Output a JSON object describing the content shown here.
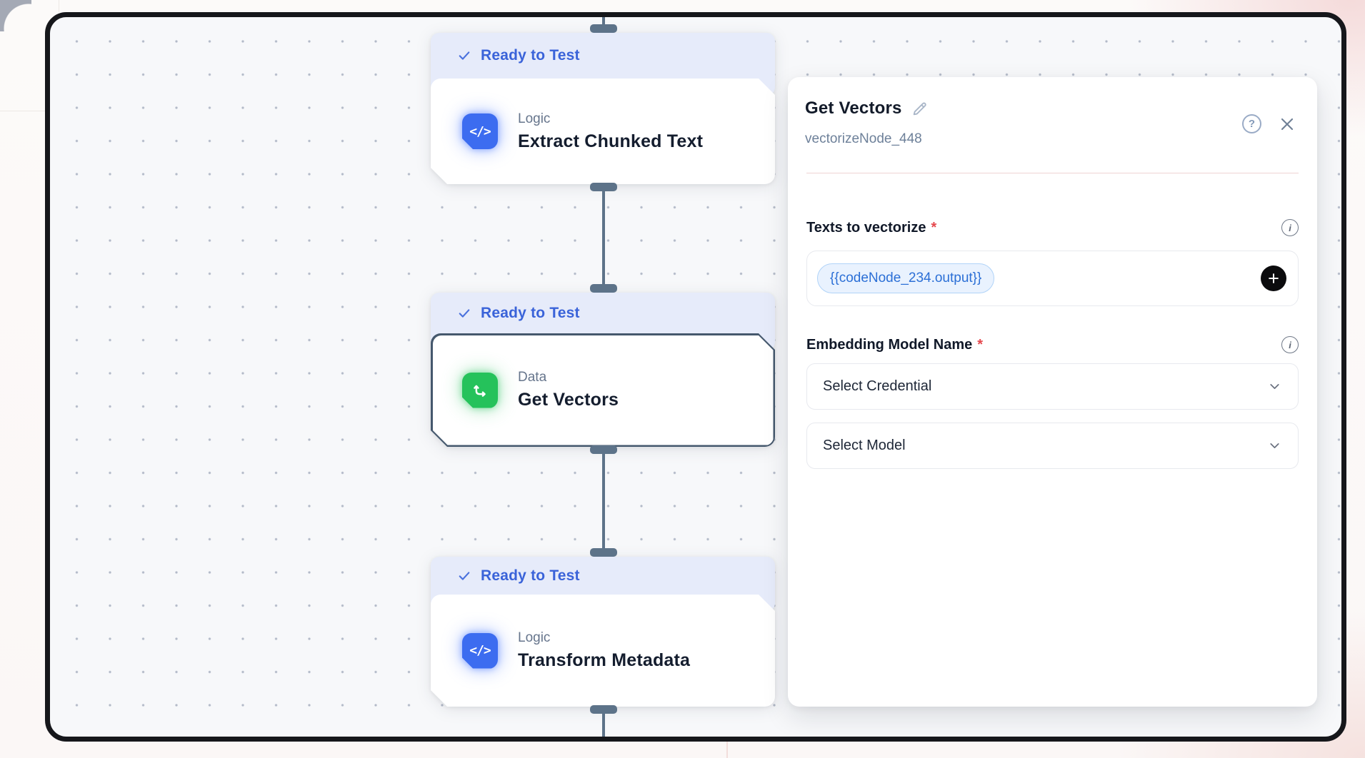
{
  "canvas": {
    "nodes": [
      {
        "status": "Ready to Test",
        "category": "Logic",
        "title": "Extract Chunked Text",
        "icon": "code-icon",
        "color": "#3c6cf0"
      },
      {
        "status": "Ready to Test",
        "category": "Data",
        "title": "Get Vectors",
        "icon": "axes-icon",
        "color": "#25c25b"
      },
      {
        "status": "Ready to Test",
        "category": "Logic",
        "title": "Transform Metadata",
        "icon": "code-icon",
        "color": "#3c6cf0"
      }
    ]
  },
  "panel": {
    "title": "Get Vectors",
    "node_id": "vectorizeNode_448",
    "required_mark": "*",
    "fields": {
      "texts_to_vectorize": {
        "label": "Texts to vectorize",
        "chips": [
          "{{codeNode_234.output}}"
        ]
      },
      "embedding_model_name": {
        "label": "Embedding Model Name",
        "credential_placeholder": "Select Credential",
        "model_placeholder": "Select Model"
      }
    }
  },
  "icons": {
    "code_glyph": "</>",
    "help_glyph": "?",
    "info_glyph": "i"
  },
  "colors": {
    "status_blue": "#3a63d9",
    "status_bg": "#e6ebfa",
    "node_blue": "#3c6cf0",
    "node_green": "#25c25b",
    "selected_border": "#45586d",
    "connector": "#5d7389",
    "divider_pink": "#efd3d3",
    "chip_text": "#2b6fd6",
    "required_red": "#e5484d"
  }
}
